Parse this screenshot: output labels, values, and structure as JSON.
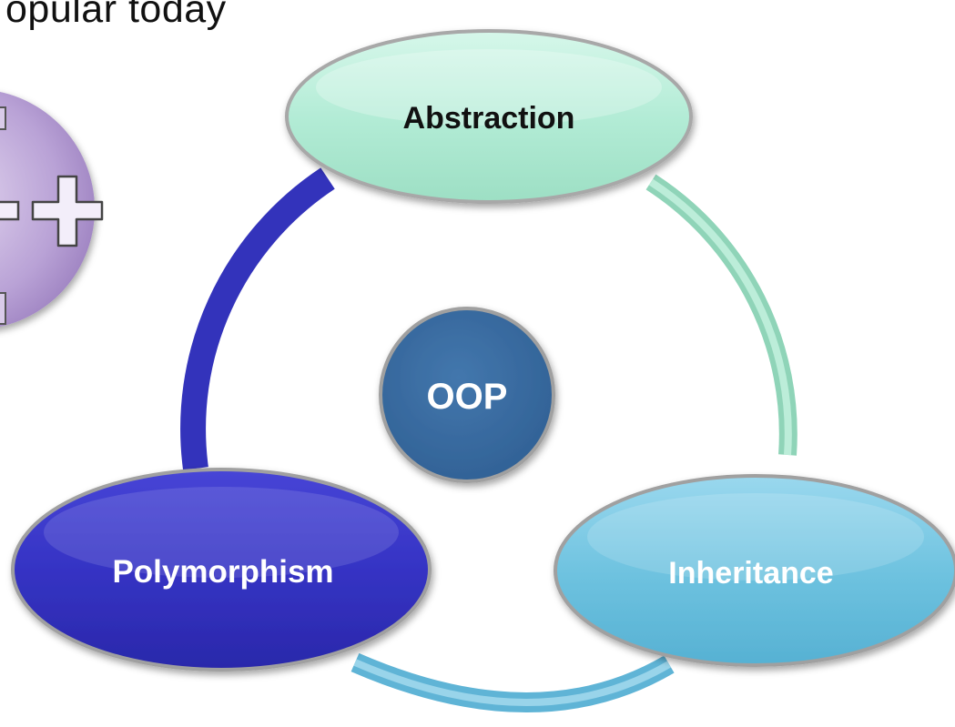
{
  "slide": {
    "title_fragment": "opular  today"
  },
  "diagram": {
    "center": {
      "label": "OOP",
      "color": "#3a6ea5"
    },
    "nodes": [
      {
        "id": "abstraction",
        "label": "Abstraction",
        "color": "#b3ecd6"
      },
      {
        "id": "inheritance",
        "label": "Inheritance",
        "color": "#6fc3e0"
      },
      {
        "id": "polymorphism",
        "label": "Polymorphism",
        "color": "#3533c4"
      }
    ],
    "arcs": [
      {
        "from": "polymorphism",
        "to": "abstraction",
        "color": "#3333bb"
      },
      {
        "from": "abstraction",
        "to": "inheritance",
        "color": "#9fe0c6"
      },
      {
        "from": "inheritance",
        "to": "polymorphism",
        "color": "#6ec0df"
      }
    ]
  },
  "decoration": {
    "logo": "c-plus-plus-logo",
    "logo_color": "#a990c8"
  }
}
